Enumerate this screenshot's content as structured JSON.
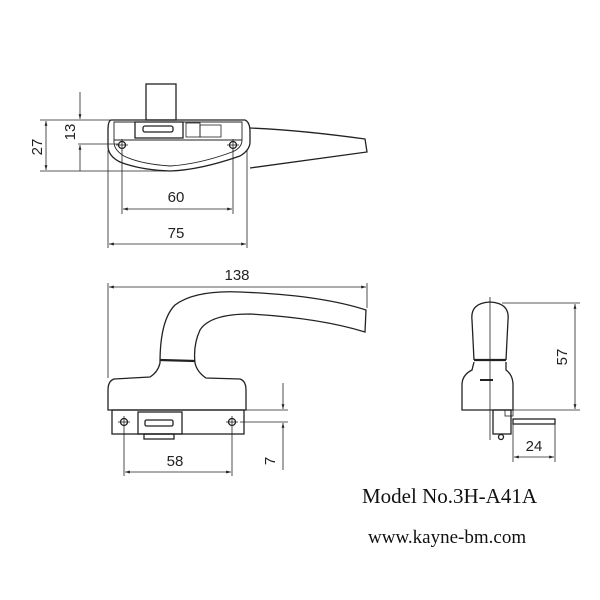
{
  "caption": {
    "model": "Model No.3H-A41A",
    "website": "www.kayne-bm.com"
  },
  "top_view": {
    "dim_height_total": "27",
    "dim_height_partial": "13",
    "dim_hole_spacing": "60",
    "dim_base_width": "75"
  },
  "front_view": {
    "dim_total_length": "138",
    "dim_hole_spacing": "58",
    "dim_offset": "7"
  },
  "side_view": {
    "dim_height": "57",
    "dim_tongue_length": "24"
  },
  "colors": {
    "line": "#222222",
    "background": "#ffffff"
  }
}
